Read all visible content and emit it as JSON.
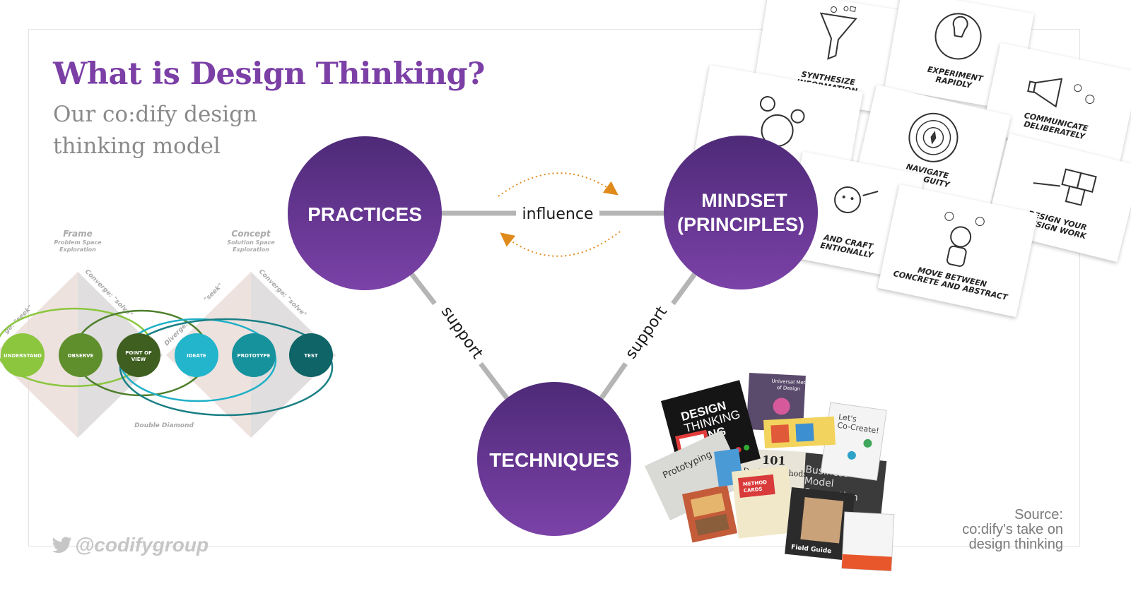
{
  "header": {
    "title": "What is Design Thinking?",
    "subtitle_line1": "Our co:dify design",
    "subtitle_line2": "thinking model"
  },
  "model": {
    "nodes": {
      "practices": "PRACTICES",
      "mindset_line1": "MINDSET",
      "mindset_line2": "(PRINCIPLES)",
      "techniques": "TECHNIQUES"
    },
    "edges": {
      "influence": "influence",
      "support_left": "support",
      "support_right": "support"
    }
  },
  "double_diamond": {
    "frame": "Frame",
    "frame_sub1": "Problem Space",
    "frame_sub2": "Exploration",
    "concept": "Concept",
    "concept_sub1": "Solution Space",
    "concept_sub2": "Exploration",
    "seek_left": "ge: \"seek\"",
    "converge_left": "Converge: \"solve\"",
    "seek_right": "\"seek\"",
    "converge_right": "Converge: \"solve\"",
    "diverge": "Diverge:",
    "footer": "Double Diamond",
    "stages": [
      "UNDERSTAND",
      "OBSERVE",
      "POINT OF",
      "VIEW",
      "IDEATE",
      "PROTOTYPE",
      "TEST"
    ]
  },
  "principle_cards": [
    {
      "line1": "SYNTHESIZE",
      "line2": "INFORMATION"
    },
    {
      "line1": "EXPERIMENT",
      "line2": "RAPIDLY"
    },
    {
      "line1": "COMMUNICATE",
      "line2": "DELIBERATELY"
    },
    {
      "line1": "NAVIGATE",
      "line2": "AMBIGUITY"
    },
    {
      "line1": "DESIGN YOUR",
      "line2": "DESIGN WORK"
    },
    {
      "line1": "AND CRAFT",
      "line2": "ENTIONALLY"
    },
    {
      "line1": "MOVE BETWEEN",
      "line2": "CONCRETE AND ABSTRACT"
    }
  ],
  "books": {
    "b1_l1": "DESIGN",
    "b1_l2": "THINKING",
    "b1_l3": "DOING",
    "b2_l1": "Universal Methods",
    "b2_l2": "of Design",
    "b3_l1": "Let's",
    "b3_l2": "Co-Create!",
    "b4_l1": "101",
    "b4_l2": "Design Methods",
    "b5_l1": "Business",
    "b5_l2": "Model",
    "b5_l3": "Generation",
    "b6": "Prototyping",
    "b7_l1": "METHOD",
    "b7_l2": "CARDS",
    "b8": "Field Guide"
  },
  "footer": {
    "twitter_handle": "@codifygroup",
    "source_line1": "Source:",
    "source_line2": "co:dify's take on",
    "source_line3": "design thinking"
  },
  "colors": {
    "title": "#7b3fa6",
    "node_top": "#4e2a78",
    "node_bottom": "#7b42a8",
    "influence_arrow": "#e08a1c",
    "edge_gray": "#b5b5b5"
  }
}
